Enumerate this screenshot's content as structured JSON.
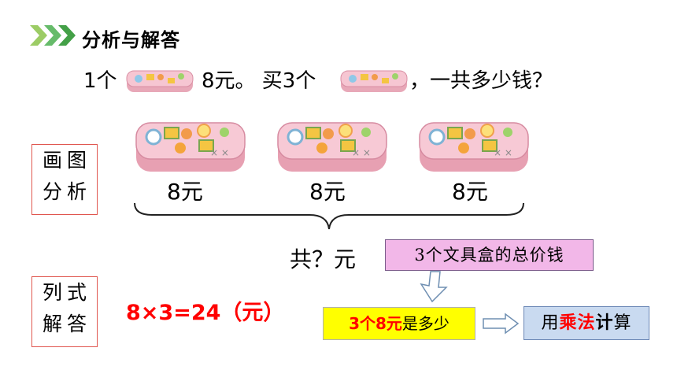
{
  "section_title": "分析与解答",
  "problem": {
    "part1": "1个",
    "part2": "8元。 买3个",
    "part3": "，一共多少钱？"
  },
  "draw_label": [
    "画图",
    "分析"
  ],
  "solve_label": [
    "列式",
    "解答"
  ],
  "prices": [
    "8元",
    "8元",
    "8元"
  ],
  "total": "共？元",
  "equation": "8×3=24（元）",
  "note_pink": "3个文具盒的总价钱",
  "note_yellow": {
    "red": "3个8元",
    "rest": "是多少"
  },
  "note_blue": {
    "a": "用",
    "red": "乘法",
    "b": "计",
    "c": "算"
  },
  "colors": {
    "accent_green": "#4caf50",
    "red": "#ff0000",
    "pink_note": "#f2b7e8",
    "yellow_note": "#ffff00",
    "blue_note": "#c9daf0",
    "box_border": "#e0564f"
  }
}
